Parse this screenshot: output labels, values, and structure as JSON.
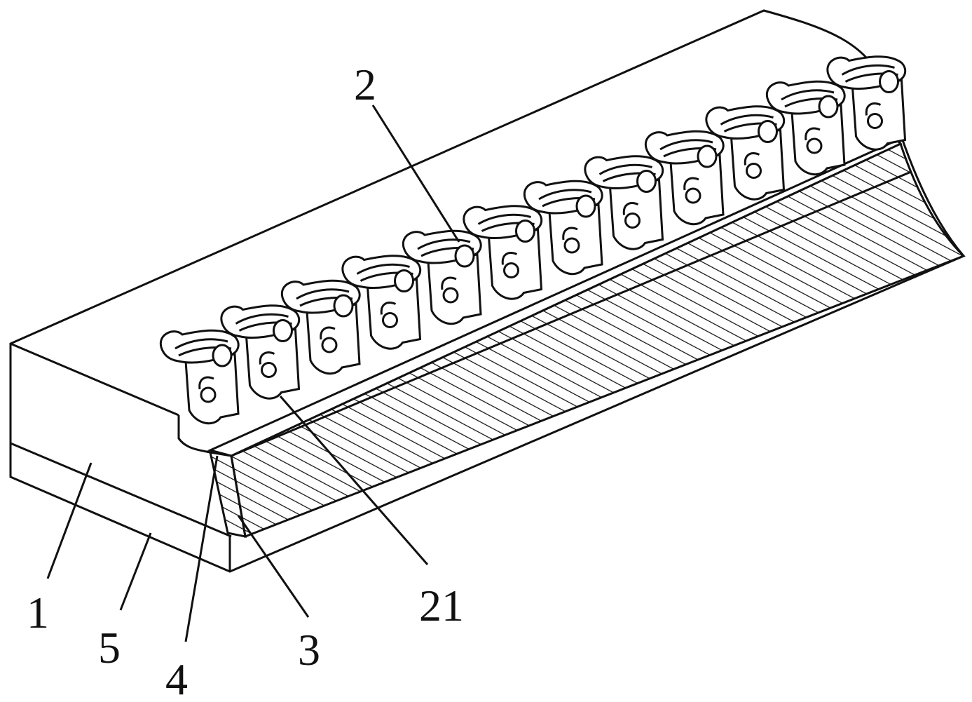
{
  "figure": {
    "labels": {
      "zipper_teeth": "2",
      "tooth": "21",
      "body": "1",
      "bottom_layer": "5",
      "adhesive_layer": "4",
      "hatched_strip": "3"
    },
    "line_color": "#111111",
    "background": "#ffffff"
  }
}
